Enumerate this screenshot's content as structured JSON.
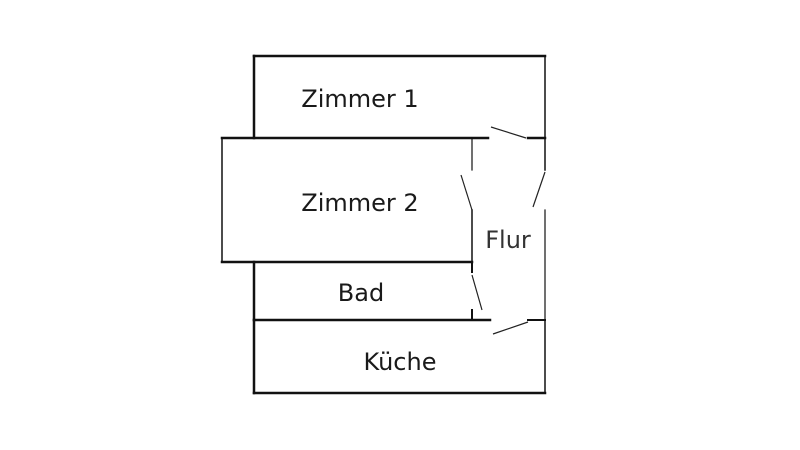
{
  "diagram": {
    "type": "floor-plan",
    "rooms": [
      {
        "id": "zimmer-1",
        "label": "Zimmer 1"
      },
      {
        "id": "zimmer-2",
        "label": "Zimmer 2"
      },
      {
        "id": "bad",
        "label": "Bad"
      },
      {
        "id": "kueche",
        "label": "Küche"
      },
      {
        "id": "flur",
        "label": "Flur"
      }
    ],
    "doors": [
      {
        "from": "flur",
        "to": "zimmer-1"
      },
      {
        "from": "flur",
        "to": "zimmer-2"
      },
      {
        "from": "flur",
        "to": "bad"
      },
      {
        "from": "flur",
        "to": "kueche"
      },
      {
        "from": "flur",
        "to": "outside"
      }
    ],
    "colors": {
      "wall": "#111111",
      "background": "#ffffff"
    }
  }
}
